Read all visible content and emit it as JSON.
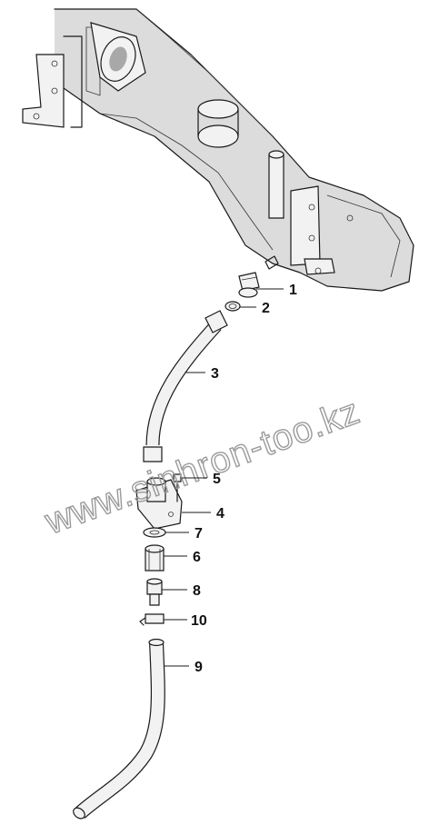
{
  "watermark": "www.sinhron-too.kz",
  "callouts": [
    {
      "id": "1",
      "label": "1"
    },
    {
      "id": "2",
      "label": "2"
    },
    {
      "id": "3",
      "label": "3"
    },
    {
      "id": "4",
      "label": "4"
    },
    {
      "id": "5",
      "label": "5"
    },
    {
      "id": "6",
      "label": "6"
    },
    {
      "id": "7",
      "label": "7"
    },
    {
      "id": "8",
      "label": "8"
    },
    {
      "id": "9",
      "label": "9"
    },
    {
      "id": "10",
      "label": "10"
    }
  ],
  "colors": {
    "line": "#1a1a1a",
    "shade": "#dcdcdc",
    "watermark": "#9a9a9a",
    "background": "#ffffff"
  }
}
